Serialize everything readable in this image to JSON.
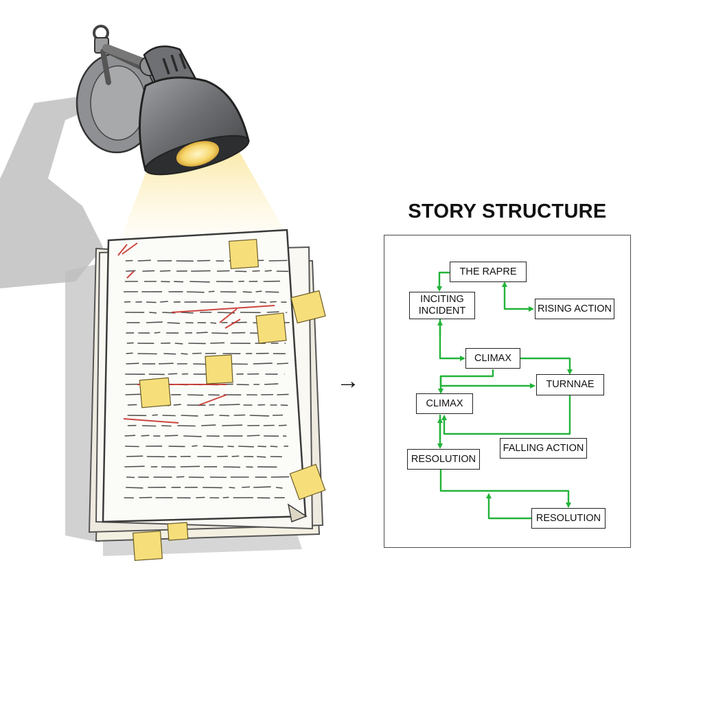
{
  "diagram": {
    "title": "STORY STRUCTURE",
    "nodes": {
      "the_rapre": "THE RAPRE",
      "inciting_incident": "INCITING\nINCIDENT",
      "rising_action": "RISING ACTION",
      "climax_upper": "CLIMAX",
      "turnnae": "TURNNAE",
      "climax_lower": "CLIMAX",
      "falling_action": "FALLING ACTION",
      "resolution_left": "RESOLUTION",
      "resolution_bottom": "RESOLUTION"
    },
    "connector_arrow": "→"
  },
  "colors": {
    "arrow_green": "#22b339",
    "node_border": "#222222",
    "sticky_note": "#f6df7a",
    "lamp_shade": "#6f7174",
    "lamp_light": "#fbe9a8",
    "red_marks": "#c8322c"
  },
  "icons": [
    "desk-lamp-icon",
    "manuscript-stack-icon",
    "sticky-note-icon",
    "right-arrow-icon"
  ]
}
